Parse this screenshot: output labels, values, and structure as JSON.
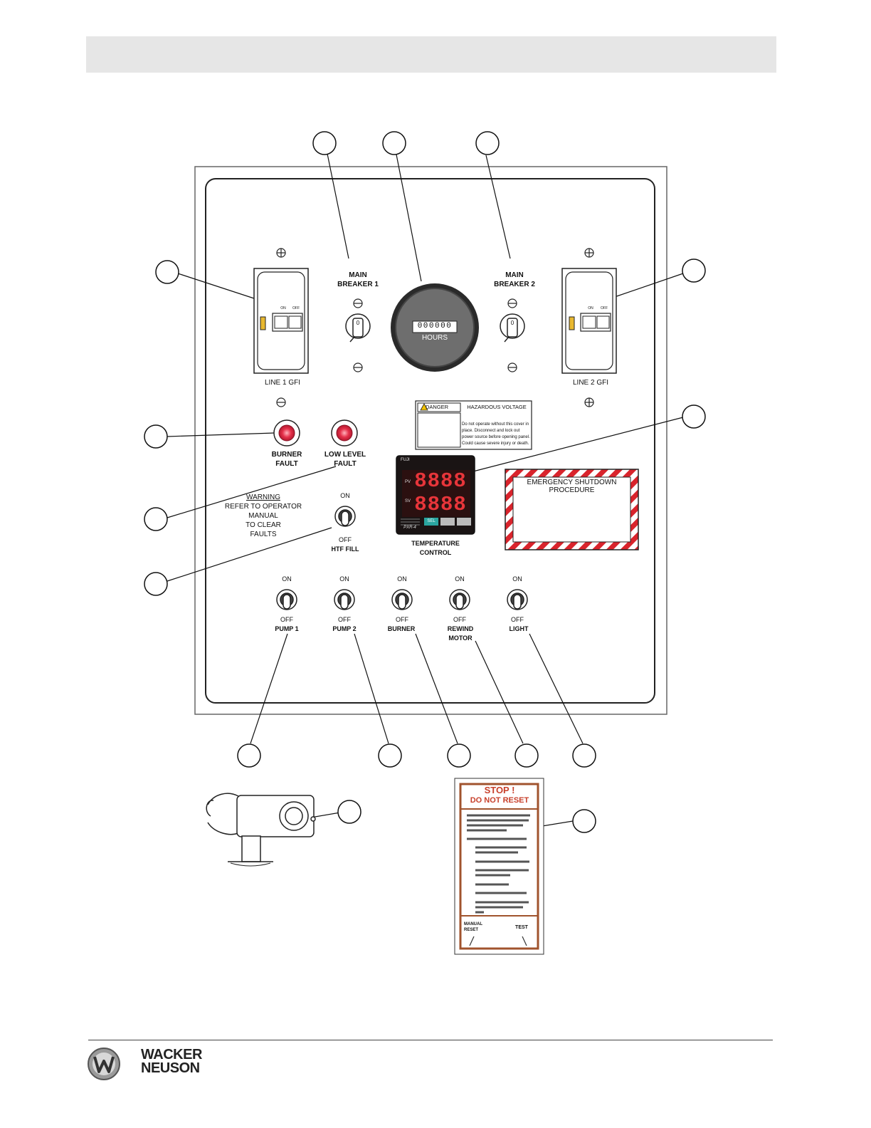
{
  "labels": {
    "main_breaker_1": [
      "MAIN",
      "BREAKER 1"
    ],
    "main_breaker_2": [
      "MAIN",
      "BREAKER 2"
    ],
    "line1_gfi": "LINE 1 GFI",
    "line2_gfi": "LINE 2 GFI",
    "gfi_on": "ON",
    "gfi_off": "OFF",
    "breaker_pos": "0",
    "hour_digits": "000000",
    "hours": "HOURS",
    "burner_fault": [
      "BURNER",
      "FAULT"
    ],
    "low_level_fault": [
      "LOW LEVEL",
      "FAULT"
    ],
    "warning_title": "WARNING",
    "warning_lines": [
      "REFER TO OPERATOR",
      "MANUAL",
      "TO CLEAR",
      "FAULTS"
    ],
    "on": "ON",
    "off": "OFF",
    "htf_fill": "HTF FILL",
    "temperature_control": [
      "TEMPERATURE",
      "CONTROL"
    ],
    "pump1": "PUMP 1",
    "pump2": "PUMP 2",
    "burner": "BURNER",
    "rewind_motor": [
      "REWIND",
      "MOTOR"
    ],
    "light": "LIGHT"
  },
  "danger_label": {
    "signal": "DANGER",
    "hazard": "HAZARDOUS VOLTAGE",
    "message": [
      "Do not operate without this cover in",
      "place. Disconnect and lock out",
      "power source before opening panel.",
      "Could cause severe injury or death."
    ]
  },
  "controller": {
    "brand": "FUJI",
    "pv": "PV",
    "sv": "SV",
    "pv_digits": "8888",
    "sv_digits": "8888",
    "model": "PXR-4",
    "button": "SEL"
  },
  "emergency": [
    "EMERGENCY SHUTDOWN",
    "PROCEDURE"
  ],
  "stop_label": {
    "title": [
      "STOP !",
      "DO NOT RESET"
    ],
    "manual_reset": [
      "MANUAL",
      "RESET"
    ],
    "test": "TEST"
  },
  "logo": [
    "WACKER",
    "NEUSON"
  ],
  "colors": {
    "header": "#e6e6e6",
    "fault_lamp": "#e5304a",
    "stop_brown": "#a0532d",
    "stripe_red": "#d9242c",
    "controller_teal": "#2aa5a0"
  }
}
